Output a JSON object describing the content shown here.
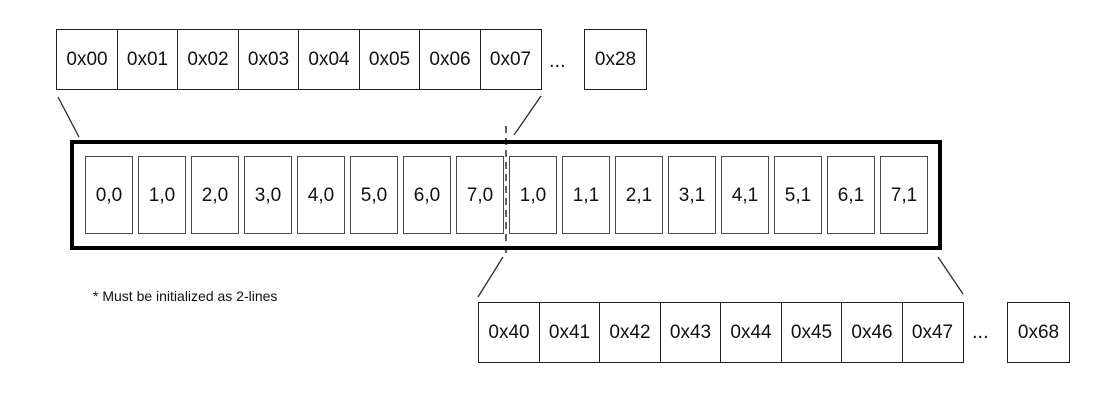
{
  "diagram": {
    "line1_addresses": {
      "cells": [
        "0x00",
        "0x01",
        "0x02",
        "0x03",
        "0x04",
        "0x05",
        "0x06",
        "0x07"
      ],
      "ellipsis": "...",
      "last_address": "0x28"
    },
    "ddram": {
      "cells": [
        "0,0",
        "1,0",
        "2,0",
        "3,0",
        "4,0",
        "5,0",
        "6,0",
        "7,0",
        "1,0",
        "1,1",
        "2,1",
        "3,1",
        "4,1",
        "5,1",
        "6,1",
        "7,1"
      ]
    },
    "line2_addresses": {
      "cells": [
        "0x40",
        "0x41",
        "0x42",
        "0x43",
        "0x44",
        "0x45",
        "0x46",
        "0x47"
      ],
      "ellipsis": "...",
      "last_address": "0x68"
    },
    "note": "* Must be initialized as 2-lines"
  },
  "colors": {
    "background": "#ffffff",
    "cell_border": "#1f1f1f",
    "inner_cell_border": "#4a4a4a",
    "frame_border": "#000000",
    "connector": "#2b2b2b",
    "text": "#111111"
  }
}
